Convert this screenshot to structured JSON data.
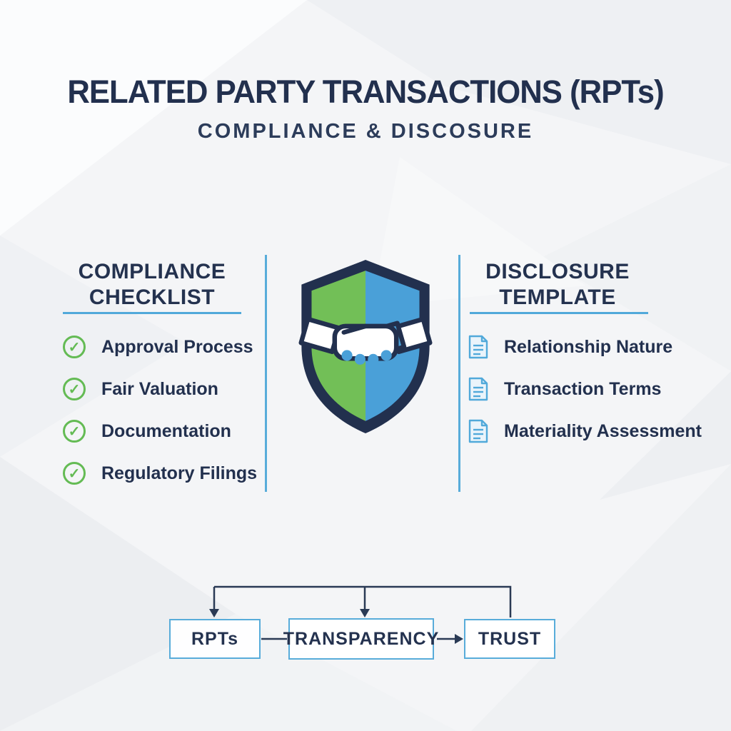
{
  "title": "RELATED PARTY TRANSACTIONS (RPTs)",
  "subtitle": "COMPLIANCE & DISCOSURE",
  "left_panel": {
    "heading": "COMPLIANCE CHECKLIST",
    "icon": "check-circle-icon",
    "items": [
      "Approval Process",
      "Fair Valuation",
      "Documentation",
      "Regulatory Filings"
    ]
  },
  "right_panel": {
    "heading": "DISCLOSURE TEMPLATE",
    "icon": "document-icon",
    "items": [
      "Relationship Nature",
      "Transaction Terms",
      "Materiality Assessment"
    ]
  },
  "center_icon": "shield-handshake-icon",
  "flow": {
    "nodes": [
      "RPTs",
      "TRANSPARENCY",
      "TRUST"
    ]
  },
  "icons": {
    "check_glyph": "✓"
  },
  "colors": {
    "navy": "#22304e",
    "accent_blue": "#51a9da",
    "accent_green": "#64bb54",
    "shield_green": "#72bf57",
    "shield_blue": "#4aa0d8",
    "background": "#f4f5f7"
  }
}
